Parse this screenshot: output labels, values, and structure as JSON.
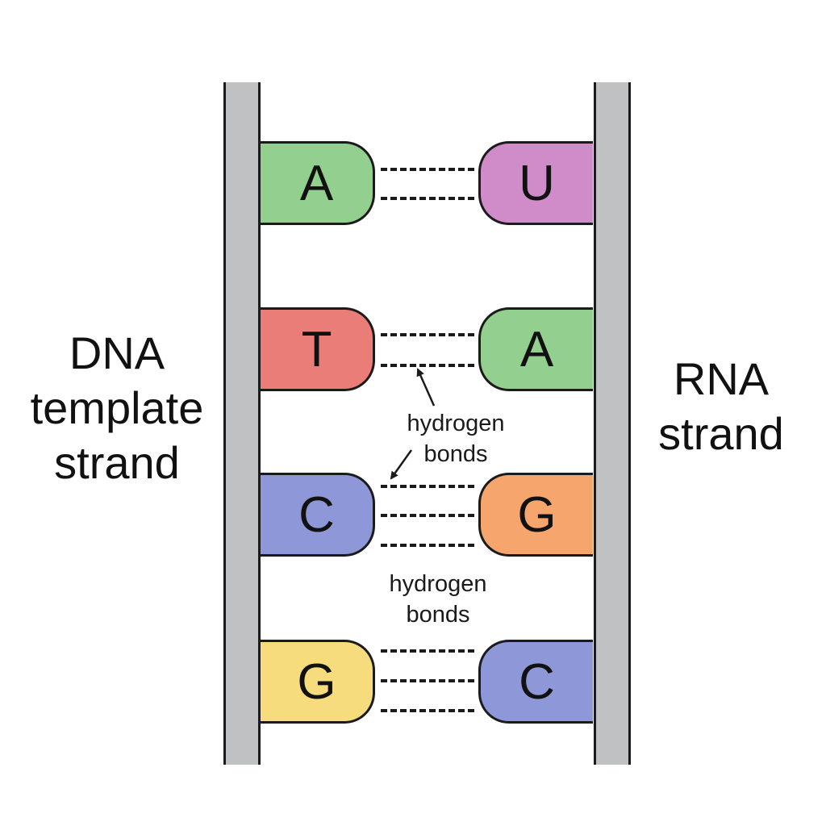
{
  "dna_label": {
    "line1": "DNA",
    "line2": "template",
    "line3": "strand"
  },
  "rna_label": {
    "line1": "RNA",
    "line2": "strand"
  },
  "pairs": [
    {
      "dna": "A",
      "rna": "U",
      "bonds": 2,
      "dna_color": "#93d08f",
      "rna_color": "#cf8cc9"
    },
    {
      "dna": "T",
      "rna": "A",
      "bonds": 2,
      "dna_color": "#ea7d77",
      "rna_color": "#93d08f"
    },
    {
      "dna": "C",
      "rna": "G",
      "bonds": 3,
      "dna_color": "#8e98d8",
      "rna_color": "#f6a66d"
    },
    {
      "dna": "G",
      "rna": "C",
      "bonds": 3,
      "dna_color": "#f6dc7c",
      "rna_color": "#8e98d8"
    }
  ],
  "bond_labels": [
    {
      "line1": "hydrogen",
      "line2": "bonds"
    },
    {
      "line1": "hydrogen",
      "line2": "bonds"
    }
  ],
  "colors": {
    "backbone": "#bfc1c2",
    "outline": "#1b1b1b"
  }
}
